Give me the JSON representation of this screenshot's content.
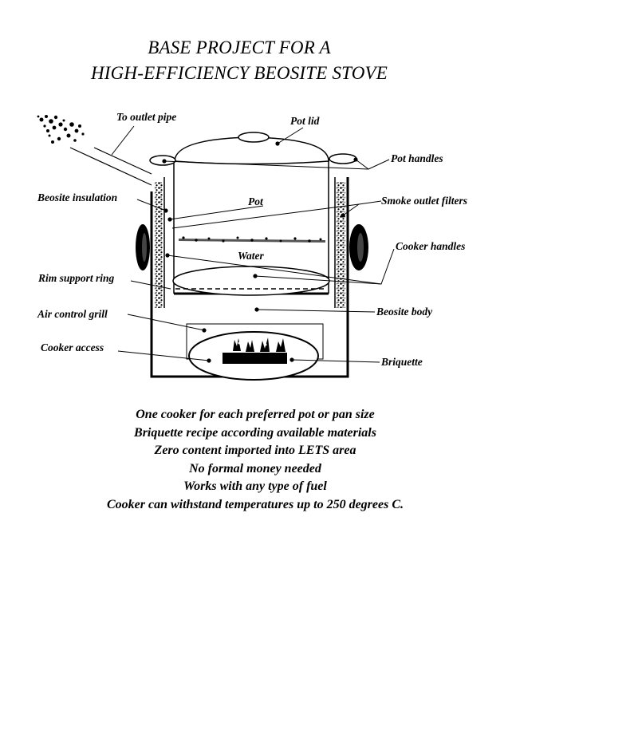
{
  "title": {
    "line1": "BASE PROJECT FOR A",
    "line2": "HIGH-EFFICIENCY BEOSITE STOVE"
  },
  "labels": {
    "outlet_pipe": "To outlet pipe",
    "pot_lid": "Pot lid",
    "pot_handles": "Pot handles",
    "beosite_insulation": "Beosite insulation",
    "pot": "Pot",
    "smoke_filters": "Smoke outlet filters",
    "cooker_handles": "Cooker handles",
    "water": "Water",
    "rim_support_ring": "Rim support ring",
    "beosite_body": "Beosite body",
    "air_control_grill": "Air control grill",
    "cooker_access": "Cooker access",
    "briquette": "Briquette"
  },
  "notes": [
    "One cooker for each preferred pot or pan size",
    "Briquette recipe according available materials",
    "Zero content imported into LETS area",
    "No formal money needed",
    "Works with any type of fuel",
    "Cooker can withstand temperatures up to 250 degrees C."
  ]
}
